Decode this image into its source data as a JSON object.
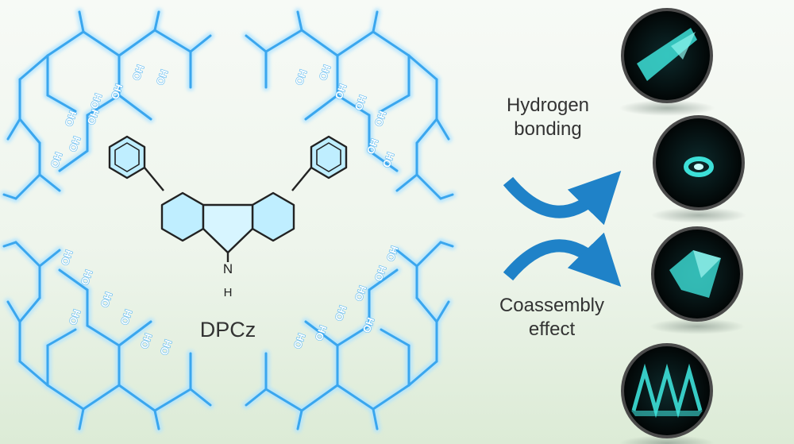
{
  "molecule": {
    "name": "DPCz",
    "nh_label": "N",
    "h_label": "H"
  },
  "hydroxyl_label": "OH",
  "mechanism": {
    "top_label_line1": "Hydrogen",
    "top_label_line2": "bonding",
    "bottom_label_line1": "Coassembly",
    "bottom_label_line2": "effect"
  },
  "colors": {
    "frame": "#3aa6ee",
    "glow": "#aee3ff",
    "arrow": "#1f82c8",
    "crystal": "#3de0d8",
    "ring_fill": "#bfeeff"
  }
}
